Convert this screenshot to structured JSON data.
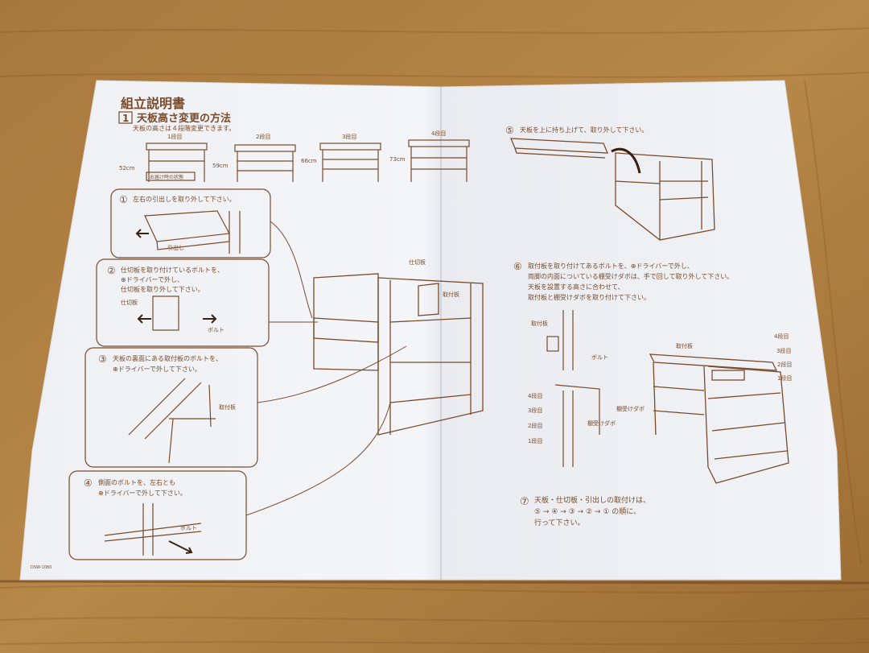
{
  "sheet": {
    "title": "組立説明書",
    "section_number": "1",
    "section_title": "天板高さ変更の方法",
    "section_subtitle": "天板の高さは４段階変更できます。",
    "model_code": "DSW-1080"
  },
  "heights": [
    {
      "level": "1段目",
      "height": "52cm",
      "note": "お届け時の状態"
    },
    {
      "level": "2段目",
      "height": "59cm"
    },
    {
      "level": "3段目",
      "height": "66cm"
    },
    {
      "level": "4段目",
      "height": "73cm"
    }
  ],
  "steps": {
    "s1": {
      "num": "①",
      "lines": [
        "左右の引出しを取り外して下さい。"
      ],
      "labels": {
        "drawer": "引出し"
      }
    },
    "s2": {
      "num": "②",
      "lines": [
        "仕切板を取り付けているボルトを、",
        "⊕ドライバーで外し、",
        "仕切板を取り外して下さい。"
      ],
      "labels": {
        "partition": "仕切板",
        "bolt": "ボルト"
      }
    },
    "s3": {
      "num": "③",
      "lines": [
        "天板の裏面にある取付板のボルトを、",
        "⊕ドライバーで外して下さい。"
      ],
      "labels": {
        "mount": "取付板"
      }
    },
    "s4": {
      "num": "④",
      "lines": [
        "側面のボルトを、左右とも",
        "⊕ドライバーで外して下さい。"
      ],
      "labels": {
        "bolt": "ボルト"
      }
    },
    "s5": {
      "num": "⑤",
      "lines": [
        "天板を上に持ち上げて、取り外して下さい。"
      ]
    },
    "s6": {
      "num": "⑥",
      "lines": [
        "取付板を取り付けてあるボルトを、⊕ドライバーで外し、",
        "両脚の内面についている棚受けダボは、手で回して取り外して下さい。",
        "天板を設置する高さに合わせて、",
        "取付板と棚受けダボを取り付けて下さい。"
      ],
      "labels": {
        "mount": "取付板",
        "bolt": "ボルト",
        "dowel": "棚受けダボ",
        "levels": [
          "4段目",
          "3段目",
          "2段目",
          "1段目"
        ]
      }
    },
    "s7": {
      "num": "⑦",
      "lines": [
        "天板・仕切板・引出しの取付けは、",
        "⑤ → ④ → ③ → ② → ① の順に、",
        "行って下さい。"
      ]
    }
  },
  "center_labels": {
    "partition": "仕切板",
    "mount": "取付板"
  }
}
